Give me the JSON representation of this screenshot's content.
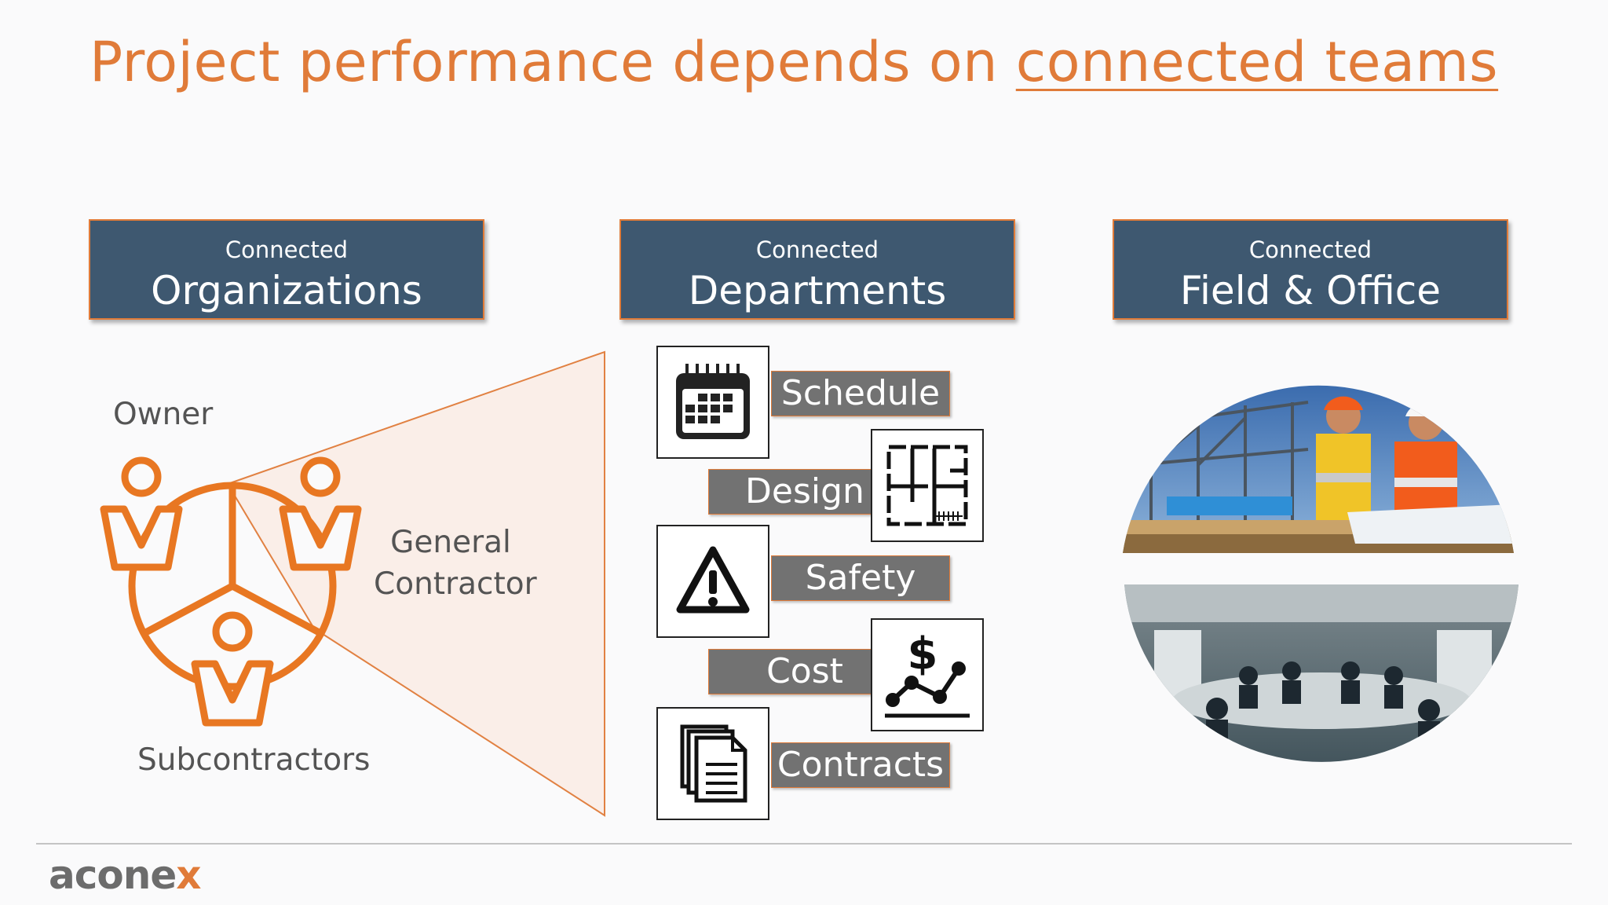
{
  "title": {
    "prefix": "Project performance depends on ",
    "highlight": "connected teams"
  },
  "columns": [
    {
      "sub": "Connected",
      "main": "Organizations"
    },
    {
      "sub": "Connected",
      "main": "Departments"
    },
    {
      "sub": "Connected",
      "main": "Field & Office"
    }
  ],
  "organizations": {
    "owner": "Owner",
    "general_contractor_line1": "General",
    "general_contractor_line2": "Contractor",
    "subcontractors": "Subcontractors"
  },
  "departments": [
    {
      "label": "Schedule",
      "icon": "calendar-icon"
    },
    {
      "label": "Design",
      "icon": "floor-plan-icon"
    },
    {
      "label": "Safety",
      "icon": "warning-icon"
    },
    {
      "label": "Cost",
      "icon": "cost-chart-icon"
    },
    {
      "label": "Contracts",
      "icon": "documents-icon"
    }
  ],
  "footer": {
    "logo_main": "acone",
    "logo_accent": "x"
  },
  "colors": {
    "accent": "#e07b39",
    "header_bg": "#3e5870",
    "label_bg": "#727272"
  }
}
